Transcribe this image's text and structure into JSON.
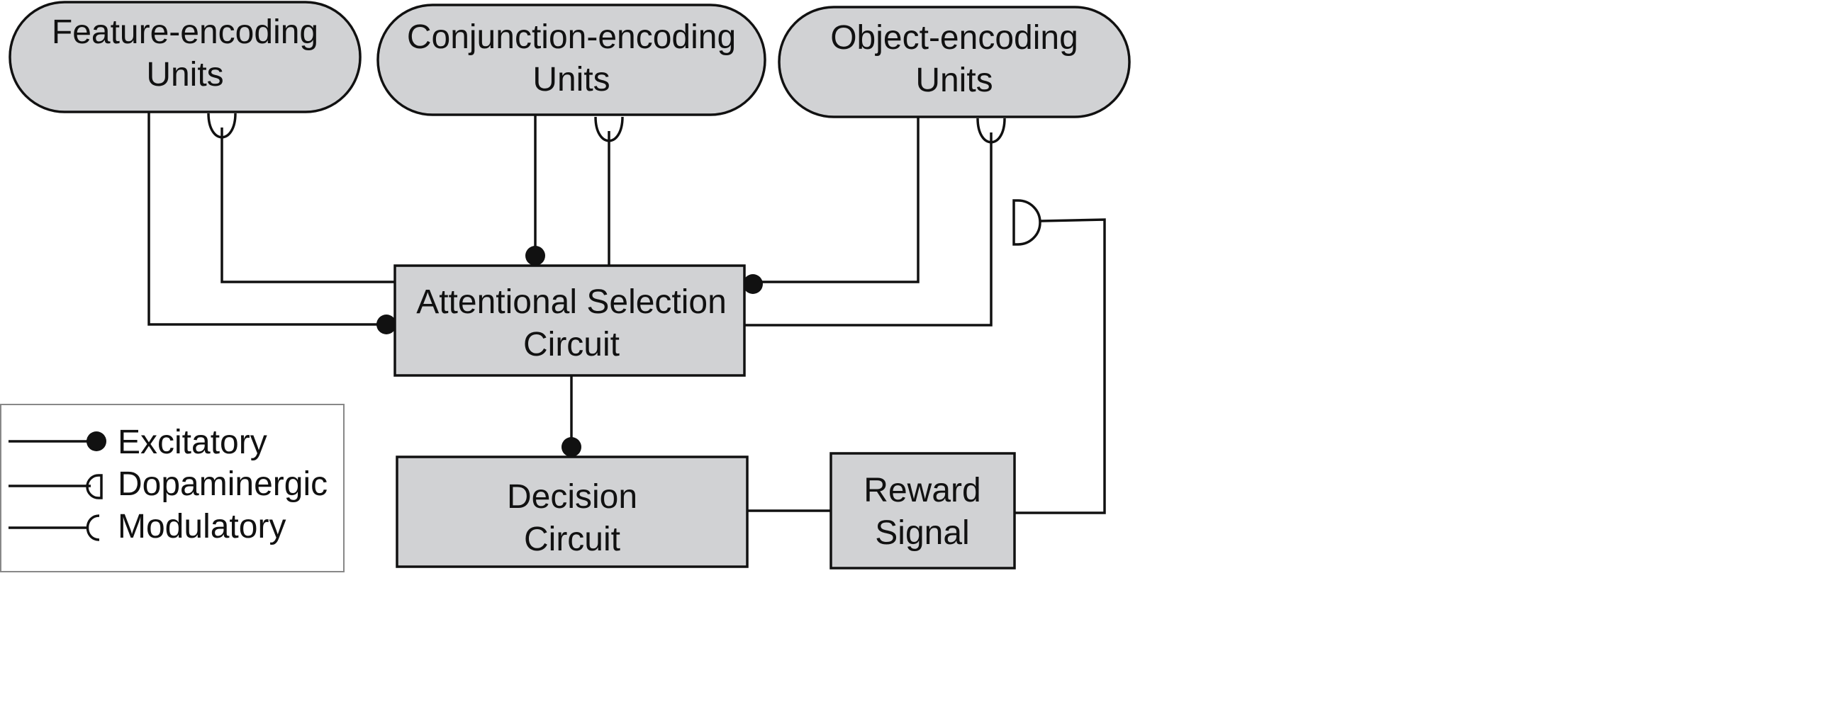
{
  "nodes": {
    "feature": {
      "line1": "Feature-encoding",
      "line2": "Units"
    },
    "conjunction": {
      "line1": "Conjunction-encoding",
      "line2": "Units"
    },
    "object": {
      "line1": "Object-encoding",
      "line2": "Units"
    },
    "attention": {
      "line1": "Attentional Selection",
      "line2": "Circuit"
    },
    "decision": {
      "line1": "Decision",
      "line2": "Circuit"
    },
    "reward": {
      "line1": "Reward",
      "line2": "Signal"
    }
  },
  "legend": {
    "excitatory": "Excitatory",
    "dopaminergic": "Dopaminergic",
    "modulatory": "Modulatory"
  }
}
